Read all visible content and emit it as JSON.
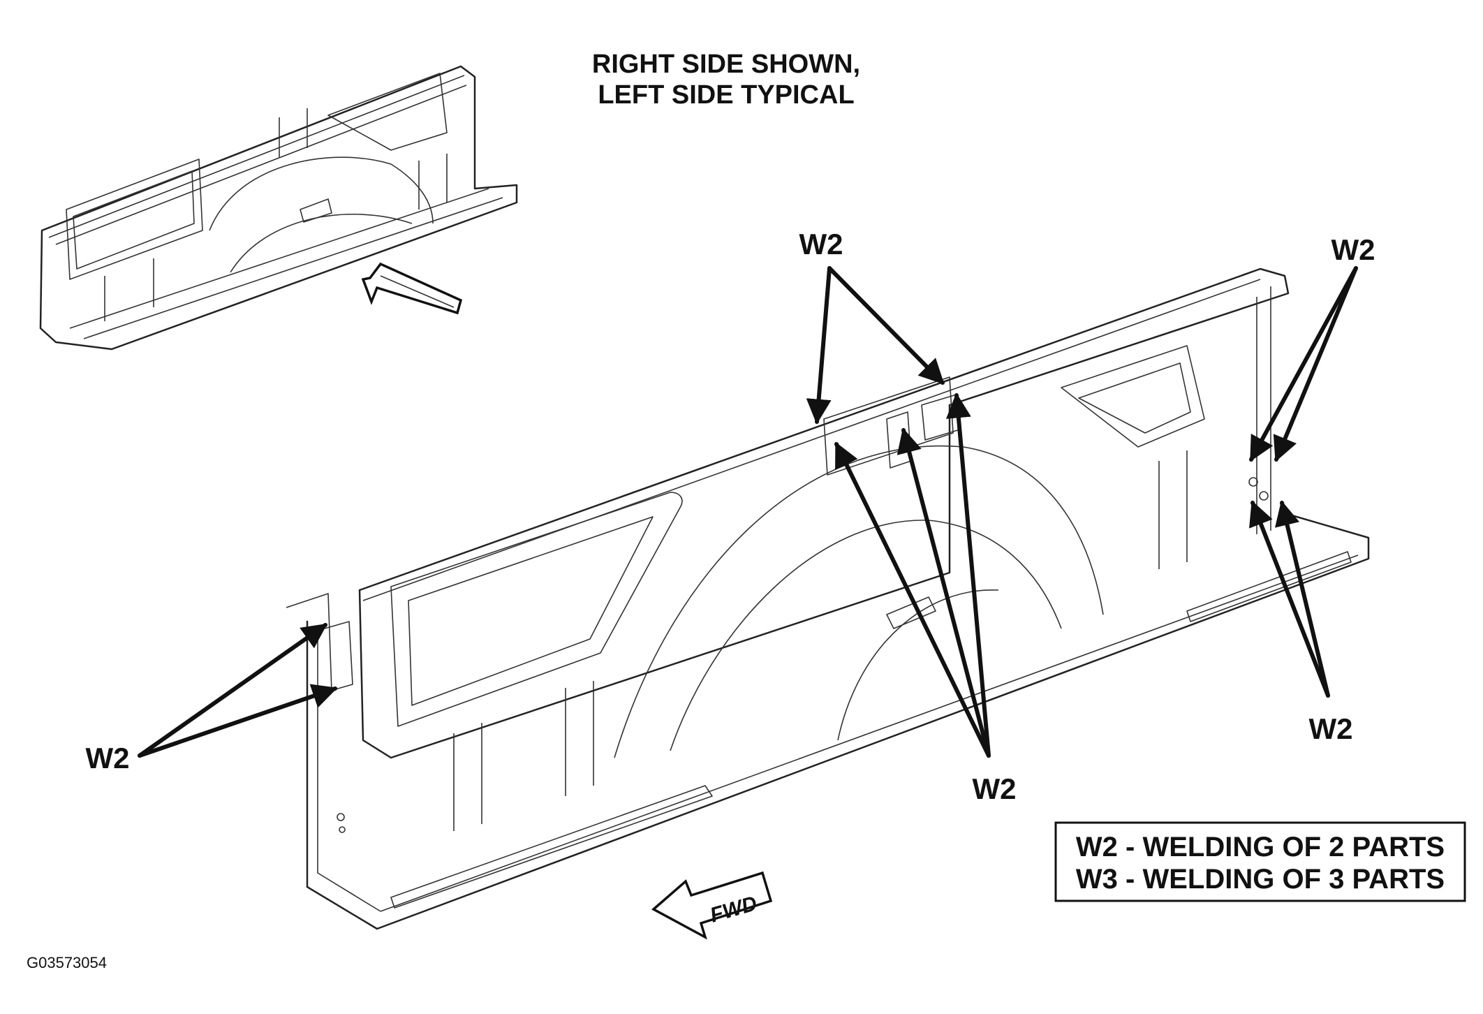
{
  "title": {
    "line1": "RIGHT SIDE SHOWN,",
    "line2": "LEFT SIDE TYPICAL"
  },
  "callouts": {
    "top_center": "W2",
    "top_right": "W2",
    "left": "W2",
    "bottom_center": "W2",
    "bottom_right": "W2"
  },
  "legend": {
    "w2": "W2 - WELDING OF 2 PARTS",
    "w3": "W3 - WELDING OF 3 PARTS"
  },
  "direction_label": "FWD",
  "figure_id": "G03573054"
}
